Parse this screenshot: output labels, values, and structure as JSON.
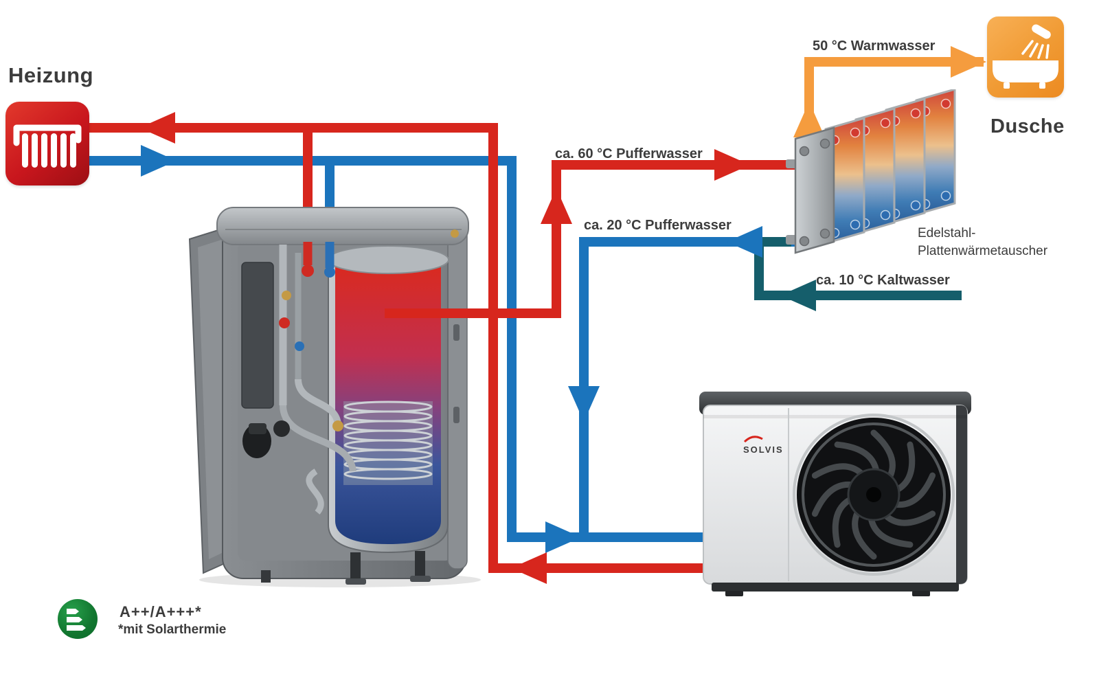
{
  "diagram": {
    "heizung_label": "Heizung",
    "dusche_label": "Dusche",
    "brand": "SOLVIS",
    "flows": {
      "warmwasser": "50 °C Warmwasser",
      "pufferwasser_hot": "ca. 60 °C Pufferwasser",
      "pufferwasser_cold": "ca. 20 °C Pufferwasser",
      "kaltwasser": "ca. 10 °C Kaltwasser"
    },
    "heat_exchanger_label": [
      "Edelstahl-",
      "Plattenwärmetauscher"
    ],
    "energy": {
      "rating": "A++/A+++*",
      "note": "*mit Solarthermie"
    },
    "colors": {
      "heating_flow_red": "#d7261d",
      "heating_return_blue": "#1b74bc",
      "warm_water_orange": "#f59c3e",
      "cold_water_teal": "#155e6b",
      "label_text": "#3c3c3c",
      "energy_green": "#12762f",
      "radiator_tile_red": "#c8161d",
      "shower_tile_orange": "#f09a33"
    },
    "icons": {
      "radiator": "radiator-icon",
      "shower_bath": "shower-bath-icon",
      "energy_label": "energy-label-icon",
      "heat_pump_fan": "heat-pump-fan-icon",
      "plate_heat_exchanger": "plate-heat-exchanger-illustration",
      "buffer_tank": "buffer-tank-illustration"
    }
  }
}
